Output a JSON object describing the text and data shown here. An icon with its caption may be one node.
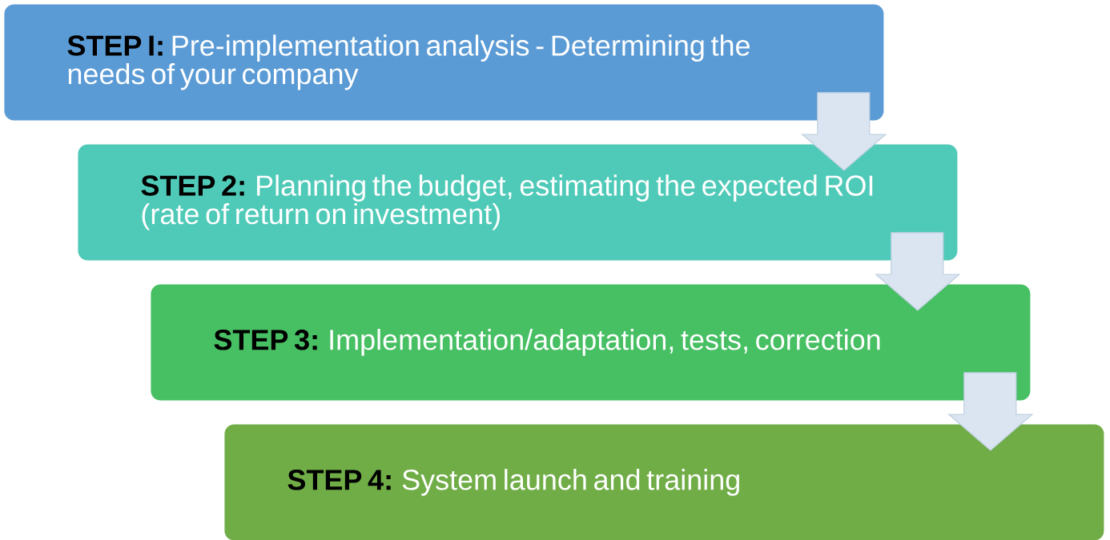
{
  "diagram": {
    "nodes": [
      {
        "text": [
          "**STEP I:** Pre-implementation analysis - Determining the needs of your company"
        ]
      },
      {
        "text": [
          "**STEP 2:** Planning the budget, estimating the expected ROI (rate of return on investment)"
        ]
      },
      {
        "text": [
          "**STEP 3:** Implementation/adaptation, tests, correction"
        ]
      },
      {
        "text": [
          "**STEP 4:** System launch and training"
        ]
      }
    ],
    "edges": [
      {
        "from": 0,
        "to": 1,
        "arrow": "to"
      },
      {
        "from": 1,
        "to": 2,
        "arrow": "to"
      },
      {
        "from": 2,
        "to": 3,
        "arrow": "to"
      }
    ]
  }
}
